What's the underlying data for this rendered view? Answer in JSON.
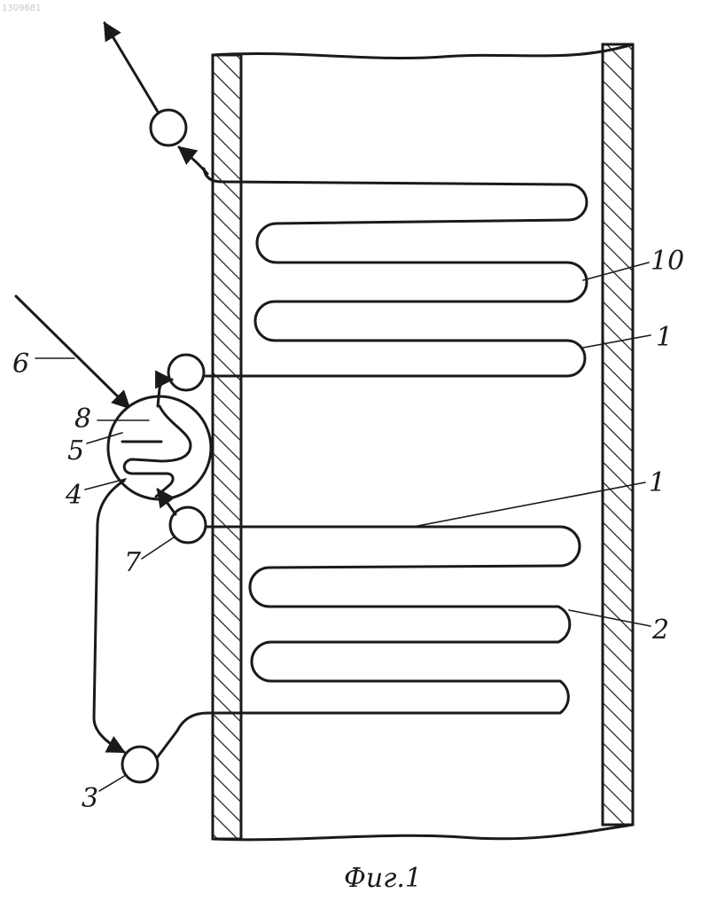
{
  "corner_code": "1309681",
  "caption": "Фиг.1",
  "labels": {
    "l6": "6",
    "l8": "8",
    "l5": "5",
    "l4": "4",
    "l7": "7",
    "l3": "3",
    "l10": "10",
    "l1_upper": "1",
    "l1_lower": "1",
    "l2": "2"
  }
}
